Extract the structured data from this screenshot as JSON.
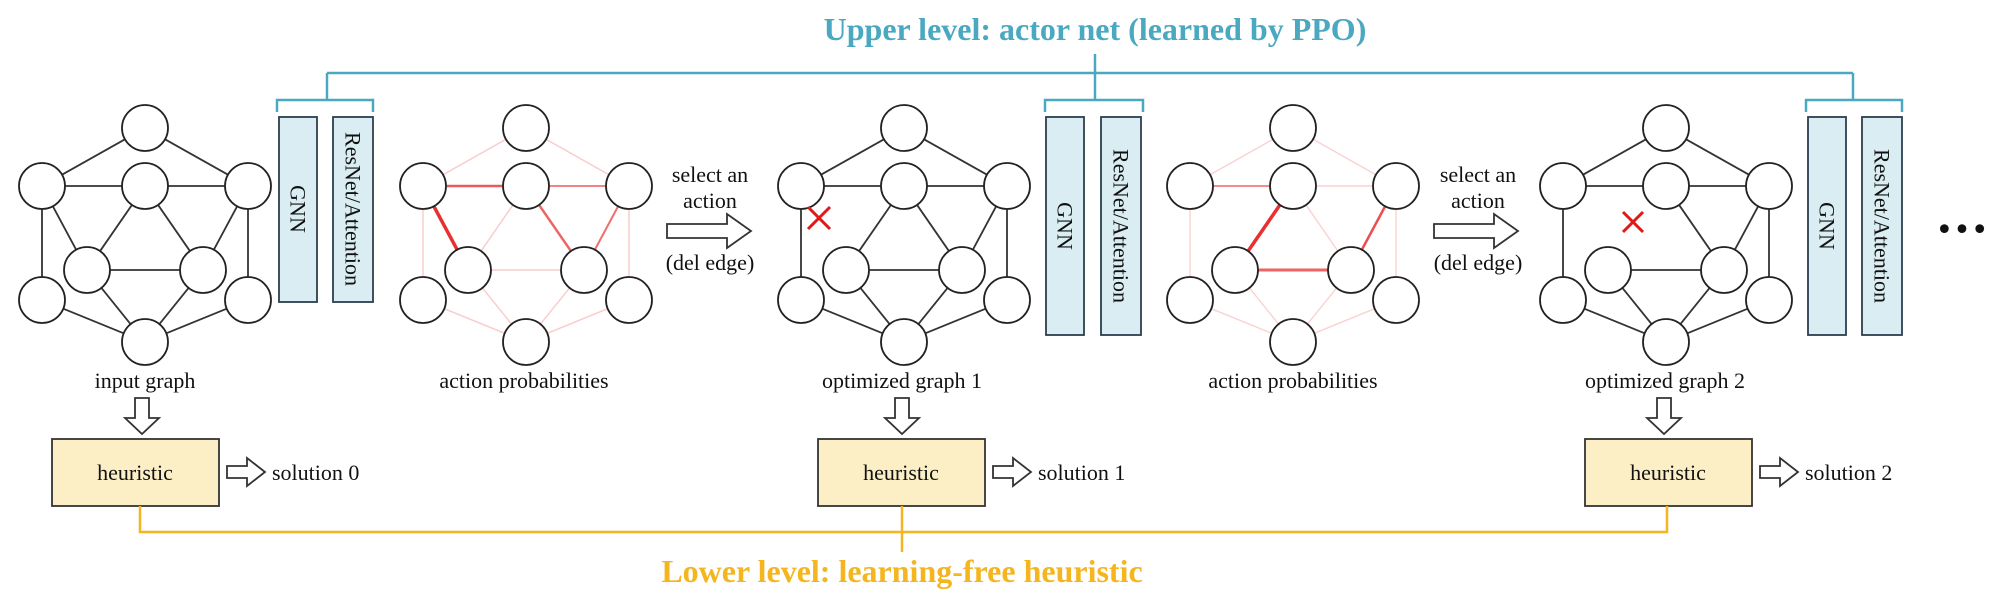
{
  "upper_title": "Upper level: actor net (learned by PPO)",
  "lower_title": "Lower level: learning-free heuristic",
  "colors": {
    "upper": "#4aa8c0",
    "lower": "#f4b51e",
    "net_box_fill": "#d9edf2",
    "heuristic_fill": "#fcefc6",
    "delete_mark": "#e01818",
    "prob_edge": "#e83030"
  },
  "modules": [
    {
      "gnn": "GNN",
      "resnet": "ResNet/Attention"
    },
    {
      "gnn": "GNN",
      "resnet": "ResNet/Attention"
    },
    {
      "gnn": "GNN",
      "resnet": "ResNet/Attention"
    }
  ],
  "graphs": {
    "input": "input graph",
    "probs_1": "action probabilities",
    "optimized_1": "optimized graph 1",
    "probs_2": "action probabilities",
    "optimized_2": "optimized graph 2"
  },
  "select_actions": [
    {
      "line1": "select an",
      "line2": "action",
      "line3": "(del edge)"
    },
    {
      "line1": "select an",
      "line2": "action",
      "line3": "(del edge)"
    }
  ],
  "heuristics": [
    {
      "label": "heuristic",
      "solution": "solution 0"
    },
    {
      "label": "heuristic",
      "solution": "solution 1"
    },
    {
      "label": "heuristic",
      "solution": "solution 2"
    }
  ],
  "ellipsis": "•••",
  "delete_mark_icon": "red-cross-icon"
}
